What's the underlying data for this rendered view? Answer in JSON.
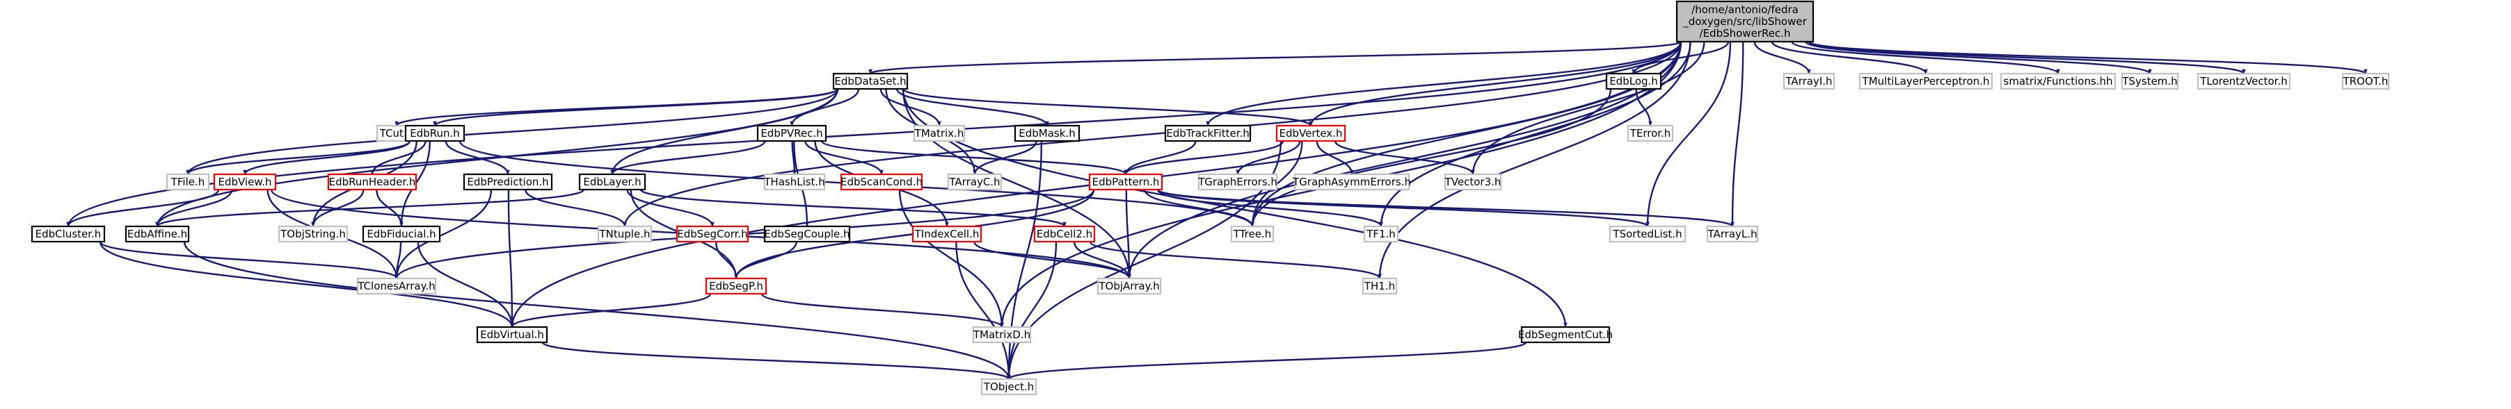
{
  "diagram": {
    "type": "include-dependency-graph",
    "root": {
      "lines": [
        "/home/antonio/fedra",
        "_doxygen/src/libShower",
        "/EdbShowerRec.h"
      ]
    },
    "nodes": {
      "EdbDataSet": "EdbDataSet.h",
      "EdbRun": "EdbRun.h",
      "EdbPVRec": "EdbPVRec.h",
      "EdbMask": "EdbMask.h",
      "EdbTrackFitter": "EdbTrackFitter.h",
      "EdbVertex": "EdbVertex.h",
      "EdbLog": "EdbLog.h",
      "TArrayI": "TArrayI.h",
      "TMultiLayerPerceptron": "TMultiLayerPerceptron.h",
      "smatrixFunctions": "smatrix/Functions.hh",
      "TSystem": "TSystem.h",
      "TLorentzVector": "TLorentzVector.h",
      "TROOT": "TROOT.h",
      "TCut": "TCut.h",
      "TMatrix": "TMatrix.h",
      "TError": "TError.h",
      "TFile": "TFile.h",
      "EdbView": "EdbView.h",
      "EdbRunHeader": "EdbRunHeader.h",
      "EdbPrediction": "EdbPrediction.h",
      "EdbLayer": "EdbLayer.h",
      "THashList": "THashList.h",
      "EdbScanCond": "EdbScanCond.h",
      "TArrayC": "TArrayC.h",
      "EdbPattern": "EdbPattern.h",
      "TGraphErrors": "TGraphErrors.h",
      "TGraphAsymmErrors": "TGraphAsymmErrors.h",
      "TVector3": "TVector3.h",
      "EdbCluster": "EdbCluster.h",
      "EdbAffine": "EdbAffine.h",
      "TObjString": "TObjString.h",
      "EdbFiducial": "EdbFiducial.h",
      "TNtuple": "TNtuple.h",
      "EdbSegCorr": "EdbSegCorr.h",
      "EdbSegCouple": "EdbSegCouple.h",
      "TIndexCell": "TIndexCell.h",
      "EdbCell2": "EdbCell2.h",
      "TTree": "TTree.h",
      "TF1": "TF1.h",
      "TSortedList": "TSortedList.h",
      "TArrayL": "TArrayL.h",
      "TClonesArray": "TClonesArray.h",
      "EdbSegP": "EdbSegP.h",
      "TObjArray": "TObjArray.h",
      "TH1": "TH1.h",
      "EdbVirtual": "EdbVirtual.h",
      "TMatrixD": "TMatrixD.h",
      "EdbSegmentCut": "EdbSegmentCut.h",
      "TObject": "TObject.h"
    }
  }
}
